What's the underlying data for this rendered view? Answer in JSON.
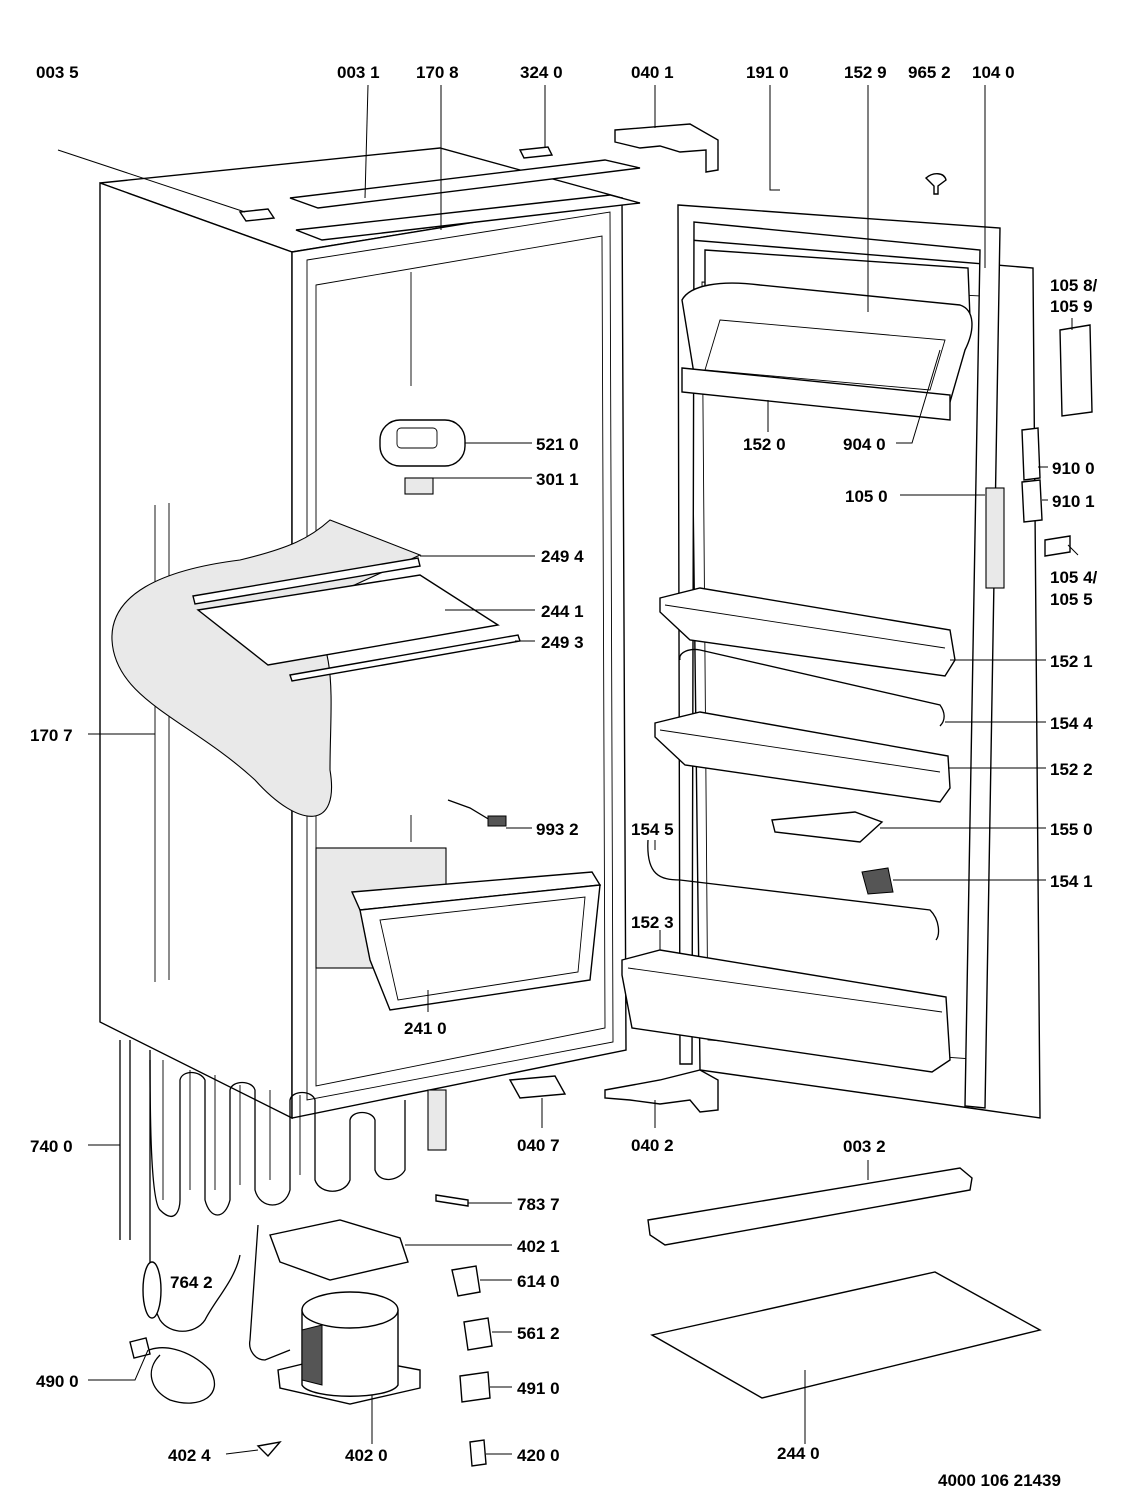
{
  "drawing_number": "4000 106 21439",
  "labels": {
    "l0035": "003 5",
    "l0031": "003 1",
    "l1708": "170 8",
    "l3240": "324 0",
    "l0401": "040 1",
    "l1910": "191 0",
    "l1529": "152 9",
    "l9652": "965 2",
    "l1040": "104 0",
    "l1058": "105 8/",
    "l1059": "105 9",
    "l5210": "521 0",
    "l1520": "152 0",
    "l9040": "904 0",
    "l3011": "301 1",
    "l9100": "910 0",
    "l1050": "105 0",
    "l9101": "910 1",
    "l2494": "249 4",
    "l1054": "105 4/",
    "l1055": "105 5",
    "l2441": "244 1",
    "l2493": "249 3",
    "l1521": "152 1",
    "l1707": "170 7",
    "l1544": "154 4",
    "l1522": "152 2",
    "l9932": "993 2",
    "l1545": "154 5",
    "l1550": "155 0",
    "l1541": "154 1",
    "l1523": "152 3",
    "l2410": "241 0",
    "l7400": "740 0",
    "l0407": "040 7",
    "l0402": "040 2",
    "l0032": "003 2",
    "l7837": "783 7",
    "l4021": "402 1",
    "l7642": "764 2",
    "l6140": "614 0",
    "l5612": "561 2",
    "l4900": "490 0",
    "l4910": "491 0",
    "l4024": "402 4",
    "l4020": "402 0",
    "l4200": "420 0",
    "l2440": "244 0"
  }
}
